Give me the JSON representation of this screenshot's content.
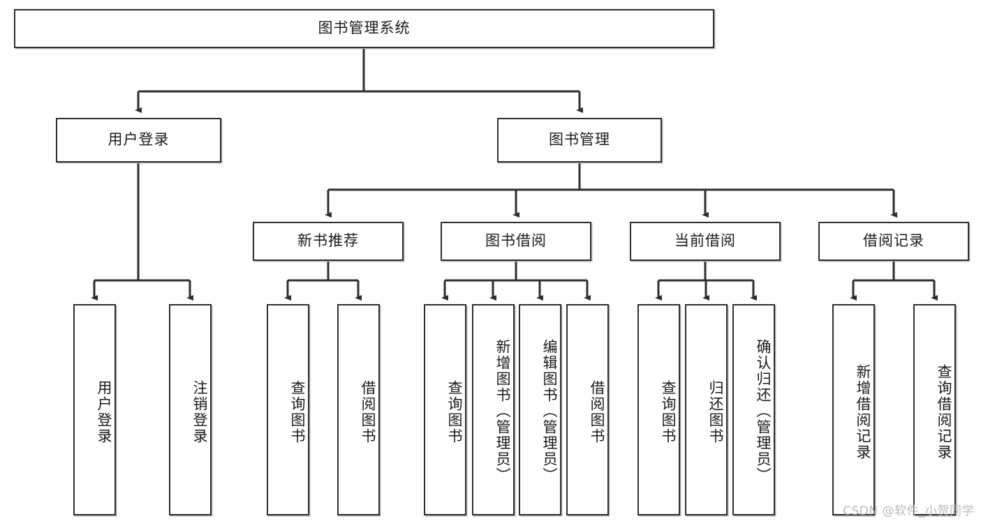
{
  "diagram": {
    "title": "图书管理系统",
    "watermark": "CSDN @软件_小贺同学",
    "type": "tree-hierarchy-diagram",
    "root": {
      "id": "root",
      "label": "图书管理系统"
    },
    "level1": [
      {
        "id": "user-login",
        "label": "用户登录"
      },
      {
        "id": "book-management",
        "label": "图书管理"
      }
    ],
    "level2": [
      {
        "id": "new-book-recommend",
        "label": "新书推荐",
        "parent": "book-management"
      },
      {
        "id": "book-borrow",
        "label": "图书借阅",
        "parent": "book-management"
      },
      {
        "id": "current-borrow",
        "label": "当前借阅",
        "parent": "book-management"
      },
      {
        "id": "borrow-record",
        "label": "借阅记录",
        "parent": "book-management"
      }
    ],
    "leaves": [
      {
        "id": "leaf-user-login",
        "label": "用户登录",
        "parent": "user-login"
      },
      {
        "id": "leaf-logout-login",
        "label": "注销登录",
        "parent": "user-login"
      },
      {
        "id": "leaf-query-book-1",
        "label": "查询图书",
        "parent": "new-book-recommend"
      },
      {
        "id": "leaf-borrow-book-1",
        "label": "借阅图书",
        "parent": "new-book-recommend"
      },
      {
        "id": "leaf-query-book-2",
        "label": "查询图书",
        "parent": "book-borrow"
      },
      {
        "id": "leaf-add-book",
        "label": "新增图书（管理员）",
        "parent": "book-borrow"
      },
      {
        "id": "leaf-edit-book",
        "label": "编辑图书（管理员）",
        "parent": "book-borrow"
      },
      {
        "id": "leaf-borrow-book-2",
        "label": "借阅图书",
        "parent": "book-borrow"
      },
      {
        "id": "leaf-query-book-3",
        "label": "查询图书",
        "parent": "current-borrow"
      },
      {
        "id": "leaf-return-book",
        "label": "归还图书",
        "parent": "current-borrow"
      },
      {
        "id": "leaf-confirm-return",
        "label": "确认归还（管理员）",
        "parent": "current-borrow"
      },
      {
        "id": "leaf-add-record",
        "label": "新增借阅记录",
        "parent": "borrow-record"
      },
      {
        "id": "leaf-query-record",
        "label": "查询借阅记录",
        "parent": "borrow-record"
      }
    ],
    "colors": {
      "stroke": "#2e2e2e",
      "fill": "#ffffff",
      "text": "#1a1a1a",
      "watermark": "#b9b9b9"
    }
  }
}
